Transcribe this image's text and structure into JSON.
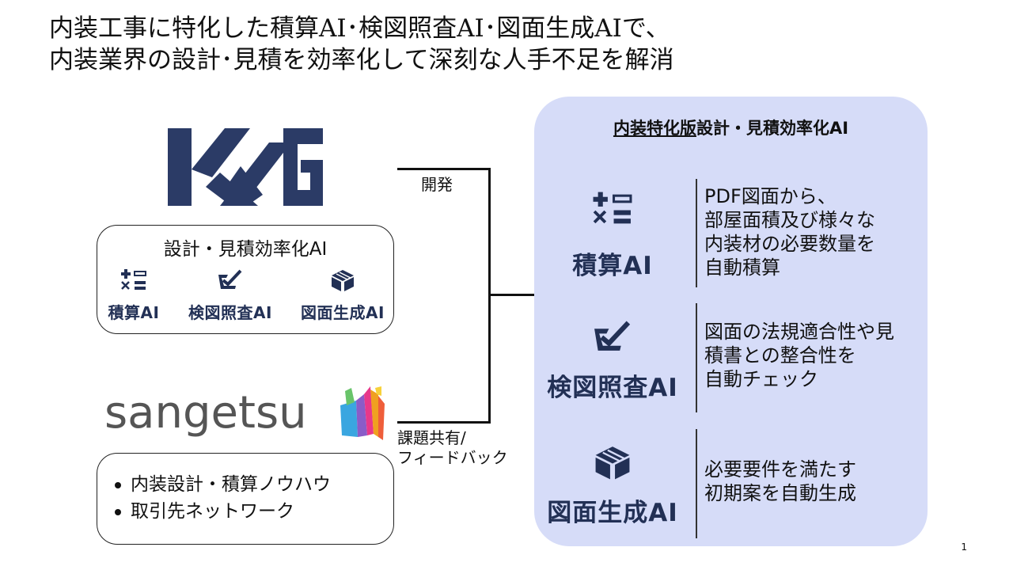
{
  "title": {
    "line1": "内装工事に特化した積算AI･検図照査AI･図面生成AIで、",
    "line2": "内装業界の設計･見積を効率化して深刻な人手不足を解消"
  },
  "kkg": {
    "logo_text": "KKG",
    "caption": "設計・見積効率化AI",
    "products": [
      "積算AI",
      "検図照査AI",
      "図面生成AI"
    ]
  },
  "sangetsu": {
    "logo_text": "sangetsu",
    "bullets": [
      "内装設計・積算ノウハウ",
      "取引先ネットワーク"
    ]
  },
  "connectors": {
    "top_label": "開発",
    "bottom_label_line1": "課題共有/",
    "bottom_label_line2": "フィードバック"
  },
  "panel": {
    "title_underlined": "内装特化版",
    "title_rest": "設計・見積効率化AI",
    "rows": [
      {
        "label": "積算AI",
        "desc": [
          "PDF図面から、",
          "部屋面積及び様々な",
          "内装材の必要数量を",
          "自動積算"
        ],
        "icon": "calculator-icon"
      },
      {
        "label": "検図照査AI",
        "desc": [
          "図面の法規適合性や見",
          "積書との整合性を",
          "自動チェック"
        ],
        "icon": "check-box-icon"
      },
      {
        "label": "図面生成AI",
        "desc": [
          "必要要件を満たす",
          "初期案を自動生成"
        ],
        "icon": "cube-icon"
      }
    ]
  },
  "colors": {
    "panel_bg": "#d6dcf8",
    "navy": "#223055",
    "logo_navy": "#2b3b66"
  },
  "page_number": "1"
}
